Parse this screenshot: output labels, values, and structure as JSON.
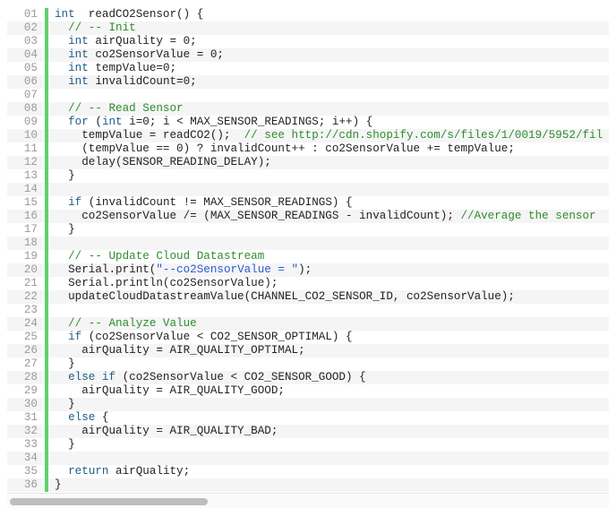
{
  "colors": {
    "keyword": "#1d5c86",
    "comment": "#2e8b2e",
    "string": "#2a5bd7",
    "change_bar": "#5fd16a"
  },
  "scrollbar": {
    "horizontal_position_percent": 0
  },
  "lines": [
    {
      "n": "01",
      "t": [
        [
          "kw",
          "int"
        ],
        [
          "",
          "  readCO2Sensor() {"
        ]
      ]
    },
    {
      "n": "02",
      "t": [
        [
          "",
          "  "
        ],
        [
          "cm",
          "// -- Init"
        ]
      ]
    },
    {
      "n": "03",
      "t": [
        [
          "",
          "  "
        ],
        [
          "kw",
          "int"
        ],
        [
          "",
          " airQuality = 0;"
        ]
      ]
    },
    {
      "n": "04",
      "t": [
        [
          "",
          "  "
        ],
        [
          "kw",
          "int"
        ],
        [
          "",
          " co2SensorValue = 0;"
        ]
      ]
    },
    {
      "n": "05",
      "t": [
        [
          "",
          "  "
        ],
        [
          "kw",
          "int"
        ],
        [
          "",
          " tempValue=0;"
        ]
      ]
    },
    {
      "n": "06",
      "t": [
        [
          "",
          "  "
        ],
        [
          "kw",
          "int"
        ],
        [
          "",
          " invalidCount=0;"
        ]
      ]
    },
    {
      "n": "07",
      "t": []
    },
    {
      "n": "08",
      "t": [
        [
          "",
          "  "
        ],
        [
          "cm",
          "// -- Read Sensor"
        ]
      ]
    },
    {
      "n": "09",
      "t": [
        [
          "",
          "  "
        ],
        [
          "kw",
          "for"
        ],
        [
          "",
          " ("
        ],
        [
          "kw",
          "int"
        ],
        [
          "",
          " i=0; i < MAX_SENSOR_READINGS; i++) {"
        ]
      ]
    },
    {
      "n": "10",
      "t": [
        [
          "",
          "    tempValue = readCO2();  "
        ],
        [
          "cm",
          "// see http://cdn.shopify.com/s/files/1/0019/5952/fil"
        ]
      ]
    },
    {
      "n": "11",
      "t": [
        [
          "",
          "    (tempValue == 0) ? invalidCount++ : co2SensorValue += tempValue;"
        ]
      ]
    },
    {
      "n": "12",
      "t": [
        [
          "",
          "    delay(SENSOR_READING_DELAY);"
        ]
      ]
    },
    {
      "n": "13",
      "t": [
        [
          "",
          "  }"
        ]
      ]
    },
    {
      "n": "14",
      "t": []
    },
    {
      "n": "15",
      "t": [
        [
          "",
          "  "
        ],
        [
          "kw",
          "if"
        ],
        [
          "",
          " (invalidCount != MAX_SENSOR_READINGS) {"
        ]
      ]
    },
    {
      "n": "16",
      "t": [
        [
          "",
          "    co2SensorValue /= (MAX_SENSOR_READINGS - invalidCount); "
        ],
        [
          "cm",
          "//Average the sensor"
        ]
      ]
    },
    {
      "n": "17",
      "t": [
        [
          "",
          "  }"
        ]
      ]
    },
    {
      "n": "18",
      "t": []
    },
    {
      "n": "19",
      "t": [
        [
          "",
          "  "
        ],
        [
          "cm",
          "// -- Update Cloud Datastream"
        ]
      ]
    },
    {
      "n": "20",
      "t": [
        [
          "",
          "  Serial.print("
        ],
        [
          "st",
          "\"--co2SensorValue = \""
        ],
        [
          "",
          ");"
        ]
      ]
    },
    {
      "n": "21",
      "t": [
        [
          "",
          "  Serial.println(co2SensorValue);"
        ]
      ]
    },
    {
      "n": "22",
      "t": [
        [
          "",
          "  updateCloudDatastreamValue(CHANNEL_CO2_SENSOR_ID, co2SensorValue);"
        ]
      ]
    },
    {
      "n": "23",
      "t": []
    },
    {
      "n": "24",
      "t": [
        [
          "",
          "  "
        ],
        [
          "cm",
          "// -- Analyze Value"
        ]
      ]
    },
    {
      "n": "25",
      "t": [
        [
          "",
          "  "
        ],
        [
          "kw",
          "if"
        ],
        [
          "",
          " (co2SensorValue < CO2_SENSOR_OPTIMAL) {"
        ]
      ]
    },
    {
      "n": "26",
      "t": [
        [
          "",
          "    airQuality = AIR_QUALITY_OPTIMAL;"
        ]
      ]
    },
    {
      "n": "27",
      "t": [
        [
          "",
          "  }"
        ]
      ]
    },
    {
      "n": "28",
      "t": [
        [
          "",
          "  "
        ],
        [
          "kw",
          "else if"
        ],
        [
          "",
          " (co2SensorValue < CO2_SENSOR_GOOD) {"
        ]
      ]
    },
    {
      "n": "29",
      "t": [
        [
          "",
          "    airQuality = AIR_QUALITY_GOOD;"
        ]
      ]
    },
    {
      "n": "30",
      "t": [
        [
          "",
          "  }"
        ]
      ]
    },
    {
      "n": "31",
      "t": [
        [
          "",
          "  "
        ],
        [
          "kw",
          "else"
        ],
        [
          "",
          " {"
        ]
      ]
    },
    {
      "n": "32",
      "t": [
        [
          "",
          "    airQuality = AIR_QUALITY_BAD;"
        ]
      ]
    },
    {
      "n": "33",
      "t": [
        [
          "",
          "  }"
        ]
      ]
    },
    {
      "n": "34",
      "t": []
    },
    {
      "n": "35",
      "t": [
        [
          "",
          "  "
        ],
        [
          "kw",
          "return"
        ],
        [
          "",
          " airQuality;"
        ]
      ]
    },
    {
      "n": "36",
      "t": [
        [
          "",
          "}"
        ]
      ]
    }
  ]
}
